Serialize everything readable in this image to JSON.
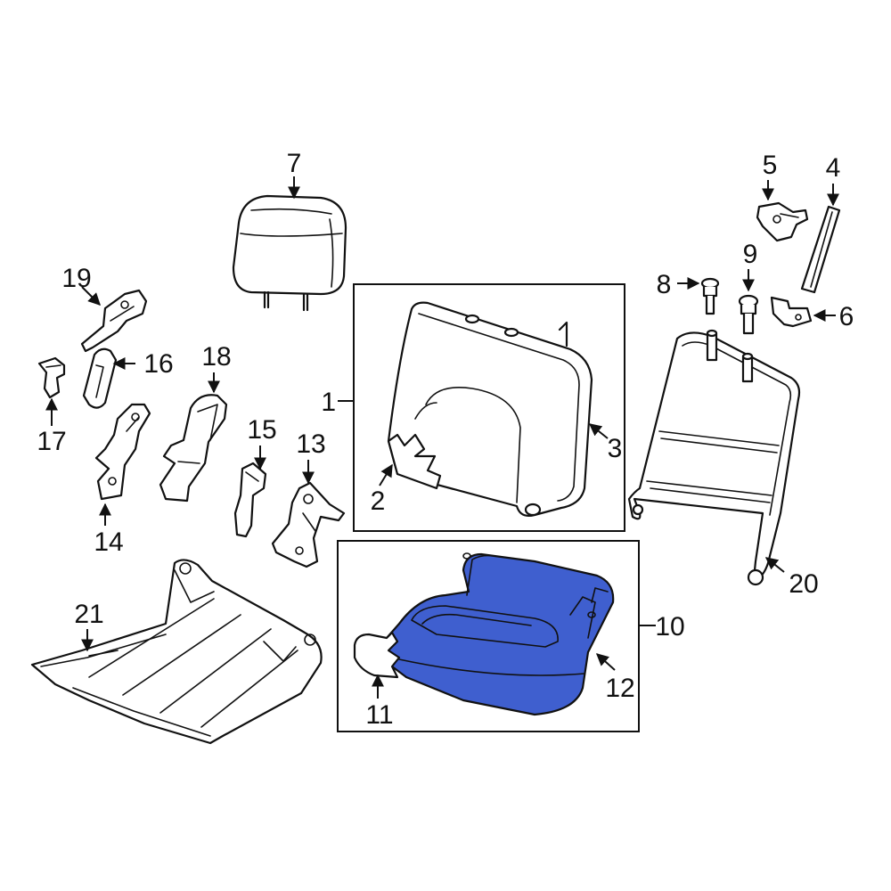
{
  "colors": {
    "highlight": "#3f5fcf",
    "line": "#111111",
    "background": "#ffffff"
  },
  "callouts": {
    "c1": "1",
    "c2": "2",
    "c3": "3",
    "c4": "4",
    "c5": "5",
    "c6": "6",
    "c7": "7",
    "c8": "8",
    "c9": "9",
    "c10": "10",
    "c11": "11",
    "c12": "12",
    "c13": "13",
    "c14": "14",
    "c15": "15",
    "c16": "16",
    "c17": "17",
    "c18": "18",
    "c19": "19",
    "c20": "20",
    "c21": "21"
  },
  "highlighted_part": "10"
}
